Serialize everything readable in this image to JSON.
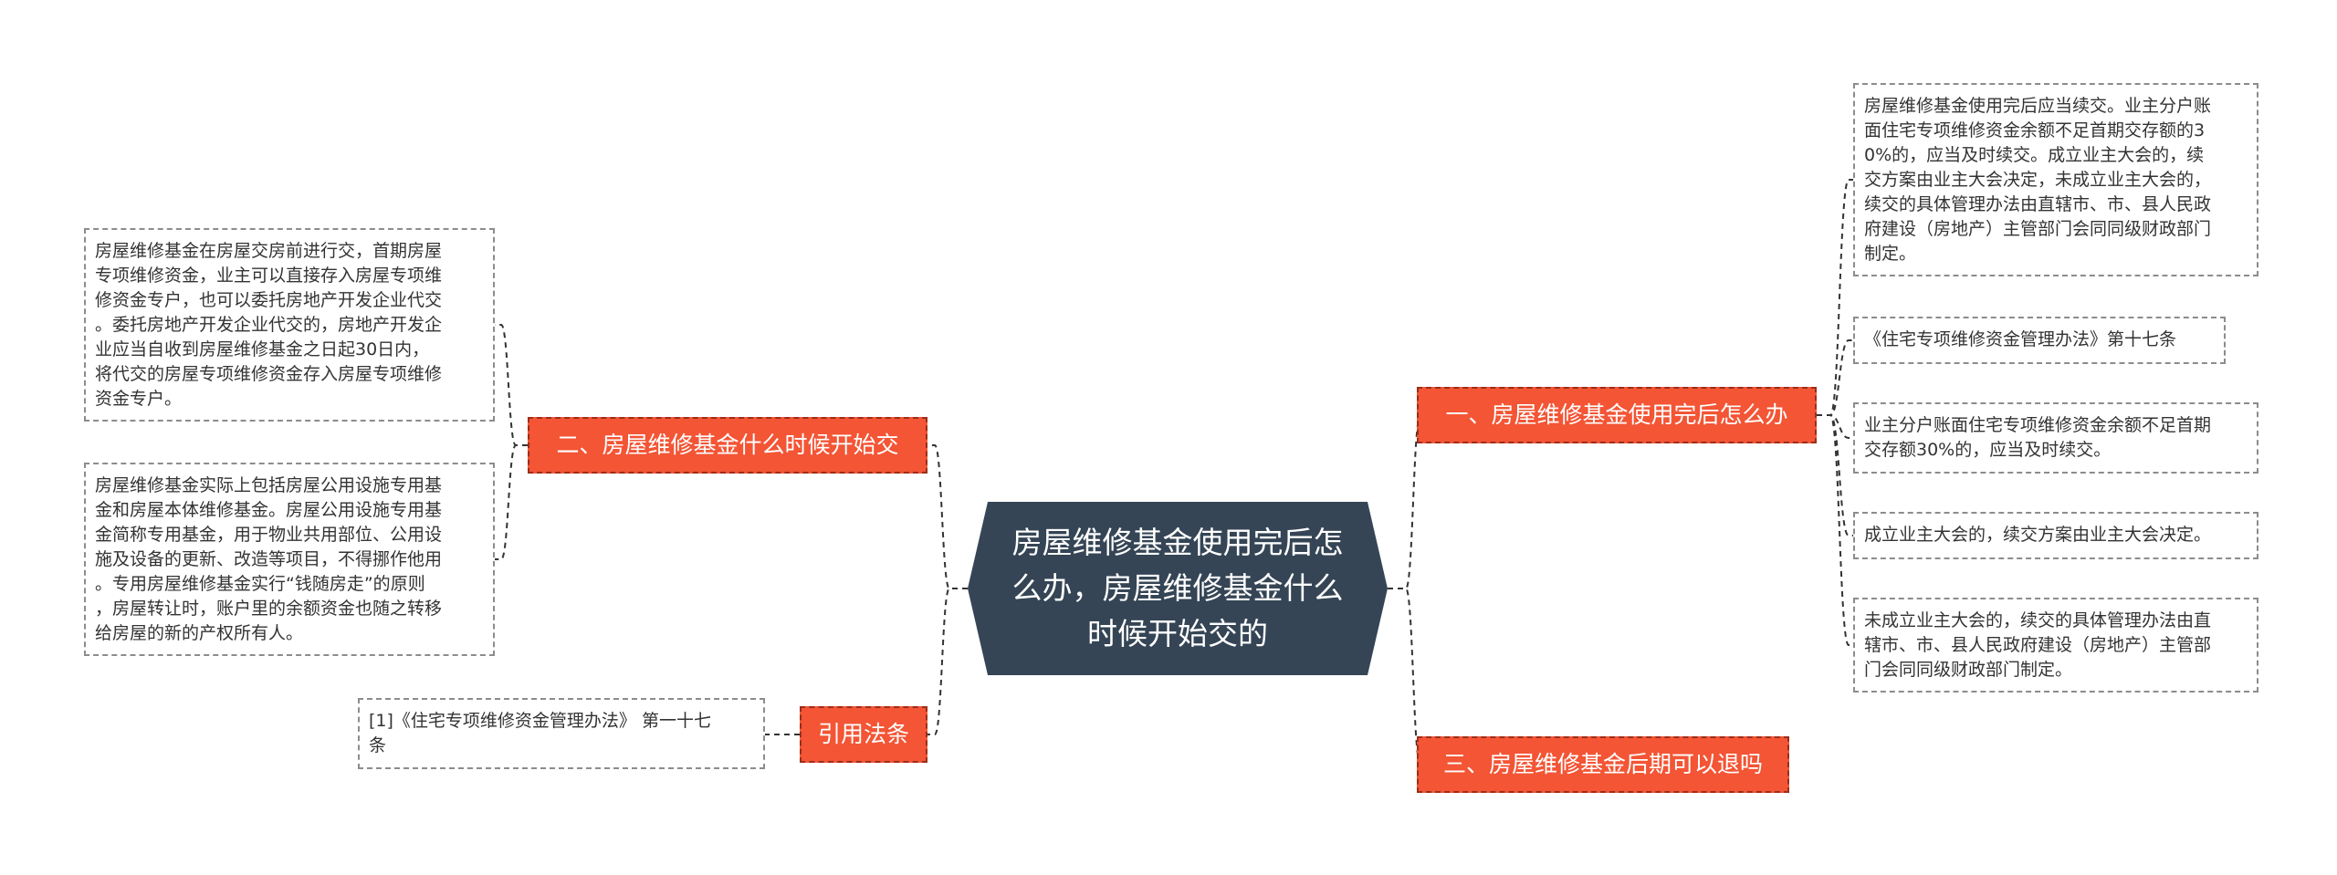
{
  "center": {
    "title": "房屋维修基金使用完后怎么办，房屋维修基金什么时候开始交的"
  },
  "branches": {
    "b1": {
      "label": "一、房屋维修基金使用完后怎么办"
    },
    "b2": {
      "label": "二、房屋维修基金什么时候开始交"
    },
    "b3": {
      "label": "三、房屋维修基金后期可以退吗"
    },
    "b4": {
      "label": "引用法条"
    }
  },
  "leaves": {
    "r1": "房屋维修基金使用完后应当续交。业主分户账\n面住宅专项维修资金余额不足首期交存额的3\n0%的，应当及时续交。成立业主大会的，续\n交方案由业主大会决定，未成立业主大会的，\n续交的具体管理办法由直辖市、市、县人民政\n府建设（房地产）主管部门会同同级财政部门\n制定。",
    "r2": "《住宅专项维修资金管理办法》第十七条",
    "r3": "业主分户账面住宅专项维修资金余额不足首期\n交存额30%的，应当及时续交。",
    "r4": "成立业主大会的，续交方案由业主大会决定。",
    "r5": "未成立业主大会的，续交的具体管理办法由直\n辖市、市、县人民政府建设（房地产）主管部\n门会同同级财政部门制定。",
    "l1": "房屋维修基金在房屋交房前进行交，首期房屋\n专项维修资金，业主可以直接存入房屋专项维\n修资金专户，也可以委托房地产开发企业代交\n。委托房地产开发企业代交的，房地产开发企\n业应当自收到房屋维修基金之日起30日内，\n将代交的房屋专项维修资金存入房屋专项维修\n资金专户。",
    "l2": "房屋维修基金实际上包括房屋公用设施专用基\n金和房屋本体维修基金。房屋公用设施专用基\n金简称专用基金，用于物业共用部位、公用设\n施及设备的更新、改造等项目，不得挪作他用\n。专用房屋维修基金实行“钱随房走”的原则\n，房屋转让时，账户里的余额资金也随之转移\n给房屋的新的产权所有人。",
    "l3": "[1]《住宅专项维修资金管理办法》 第一十七\n条"
  },
  "colors": {
    "center": "#354555",
    "branch": "#f35535",
    "leaf_border": "#8c8c8c",
    "line": "#333333"
  }
}
